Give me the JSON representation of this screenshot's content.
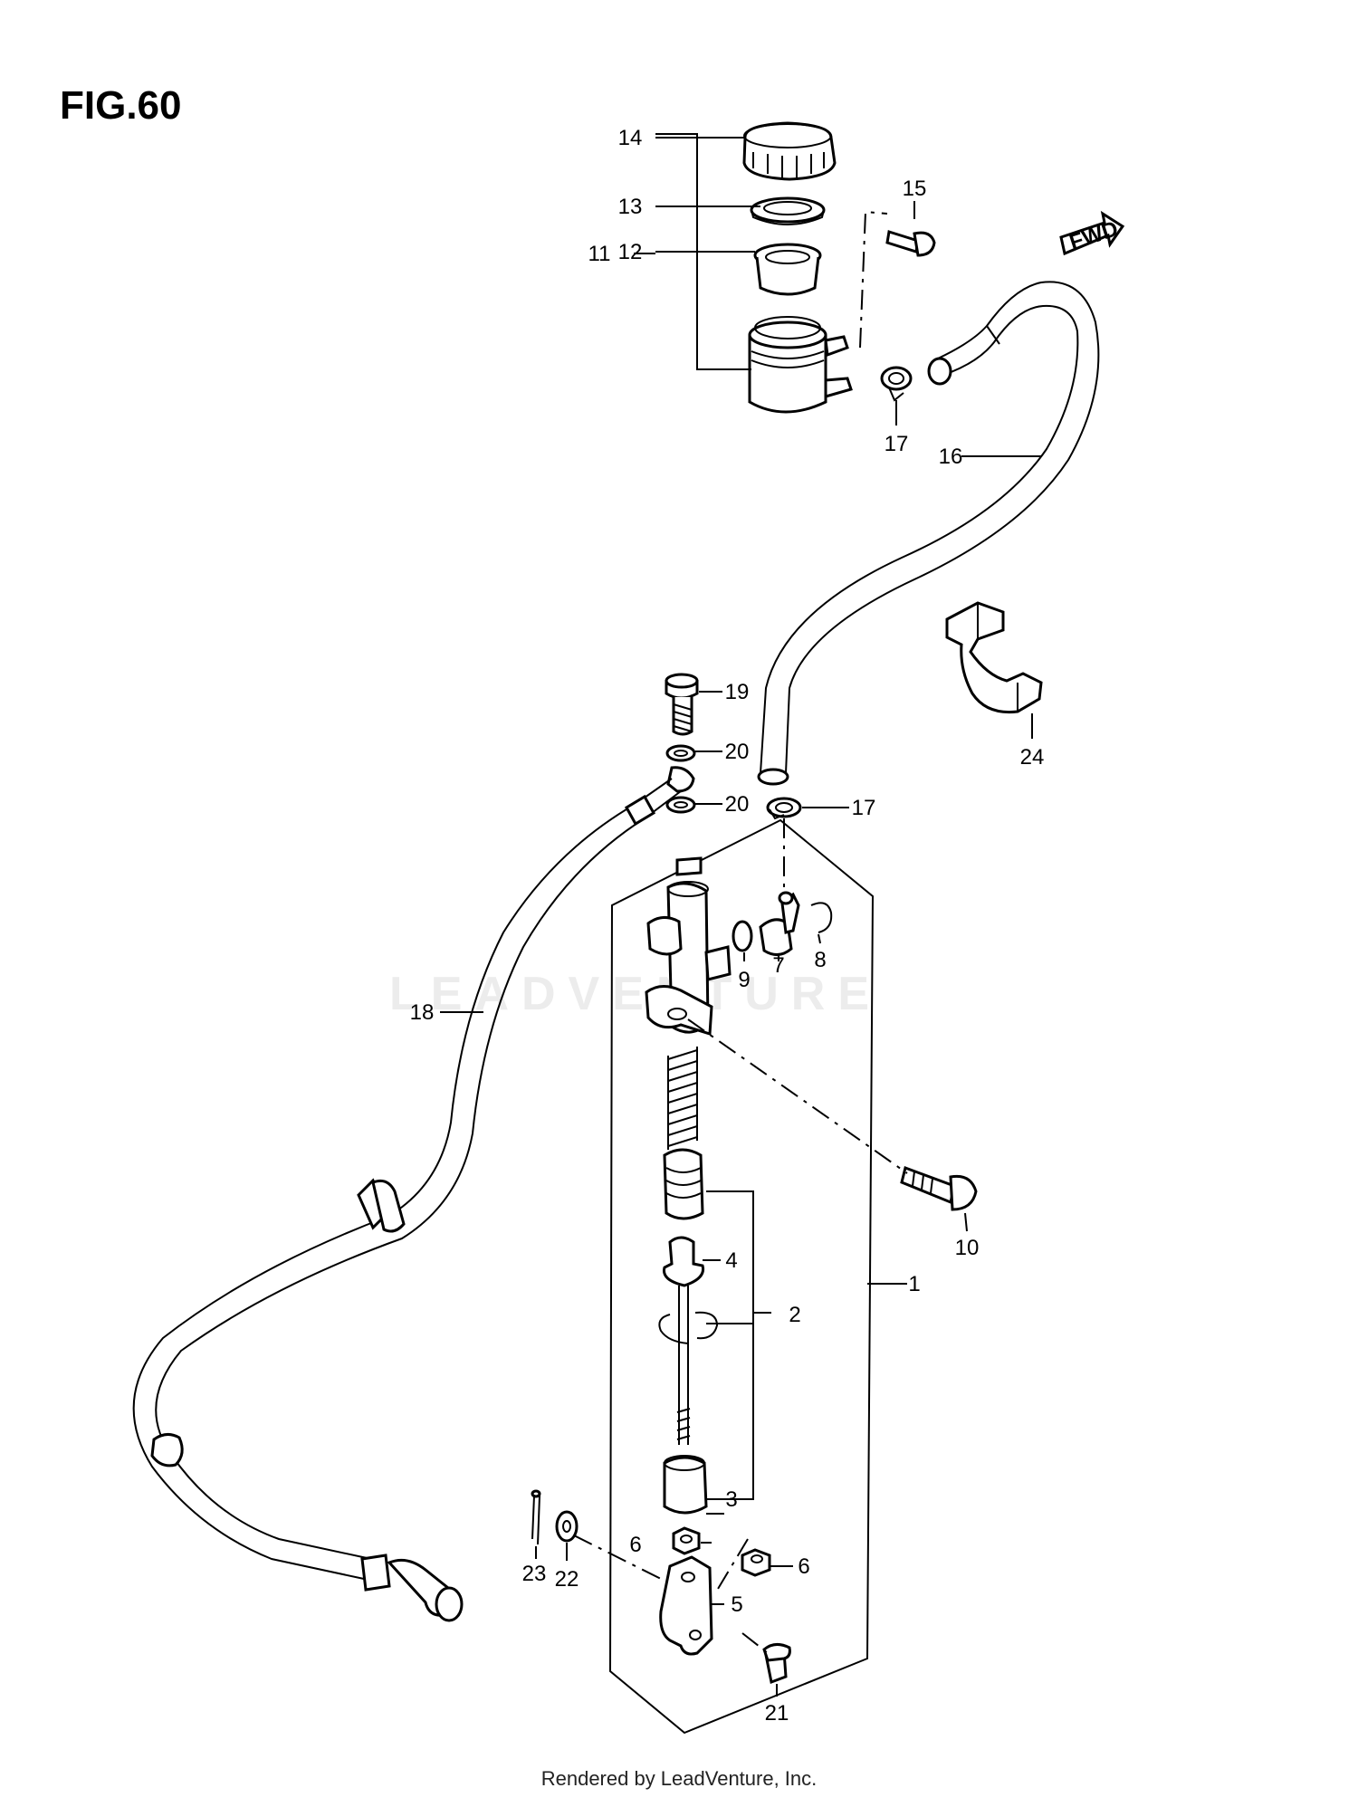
{
  "figure": {
    "title": "FIG.60",
    "direction_badge": "FWD",
    "watermark": "LEADVENTURE",
    "footer": "Rendered by LeadVenture, Inc."
  },
  "callouts": [
    {
      "id": "c14",
      "label": "14"
    },
    {
      "id": "c13",
      "label": "13"
    },
    {
      "id": "c11",
      "label": "11"
    },
    {
      "id": "c12",
      "label": "12"
    },
    {
      "id": "c15",
      "label": "15"
    },
    {
      "id": "c17a",
      "label": "17"
    },
    {
      "id": "c16",
      "label": "16"
    },
    {
      "id": "c24",
      "label": "24"
    },
    {
      "id": "c19",
      "label": "19"
    },
    {
      "id": "c20a",
      "label": "20"
    },
    {
      "id": "c20b",
      "label": "20"
    },
    {
      "id": "c17b",
      "label": "17"
    },
    {
      "id": "c9",
      "label": "9"
    },
    {
      "id": "c7",
      "label": "7"
    },
    {
      "id": "c8",
      "label": "8"
    },
    {
      "id": "c18",
      "label": "18"
    },
    {
      "id": "c10",
      "label": "10"
    },
    {
      "id": "c4",
      "label": "4"
    },
    {
      "id": "c1",
      "label": "1"
    },
    {
      "id": "c2",
      "label": "2"
    },
    {
      "id": "c3",
      "label": "3"
    },
    {
      "id": "c6a",
      "label": "6"
    },
    {
      "id": "c6b",
      "label": "6"
    },
    {
      "id": "c5",
      "label": "5"
    },
    {
      "id": "c23",
      "label": "23"
    },
    {
      "id": "c22",
      "label": "22"
    },
    {
      "id": "c21",
      "label": "21"
    }
  ]
}
